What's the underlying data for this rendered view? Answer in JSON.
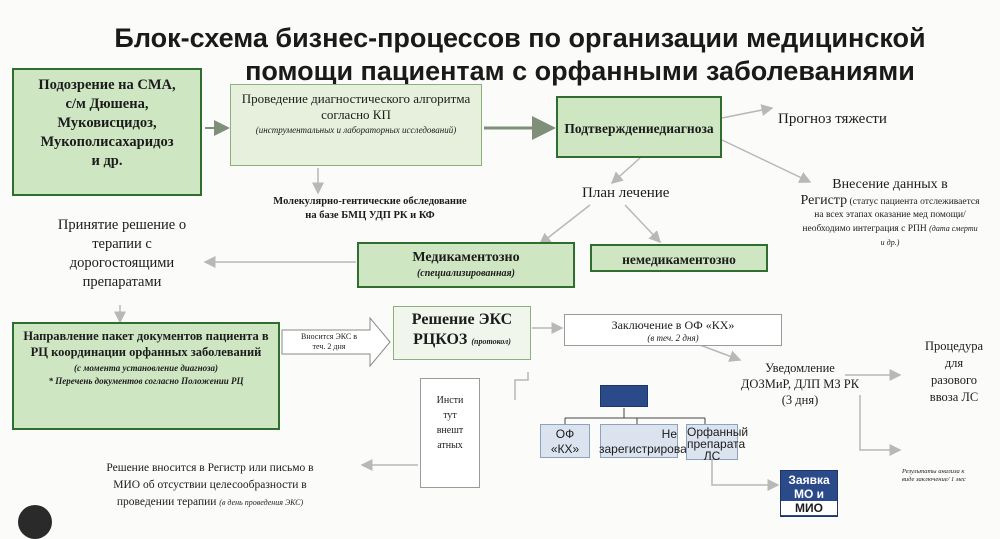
{
  "title": {
    "line1": "Блок-схема бизнес-процессов по организации медицинской",
    "line2": "помощи пациентам с орфанными заболеваниями"
  },
  "suspicion_box": {
    "lines": [
      "Подозрение на СМА,",
      "с/м Дюшена,",
      "Муковисцидоз,",
      "Мукополисахаридоз",
      "и др."
    ]
  },
  "diagnostic_box": {
    "main": "Проведение диагностического алгоритма согласно КП",
    "note": "(инструментальных и лабораторных исследований)"
  },
  "molecular_text": {
    "line1": "Молекулярно-гентические обследование",
    "line2": "на базе БМЦ УДП РК и КФ"
  },
  "confirmed_box": {
    "label": "Подтверждениедиагноза"
  },
  "prognosis_text": {
    "label": "Прогноз тяжести"
  },
  "treatment_plan_text": {
    "label": "План лечение"
  },
  "registry_text": {
    "main_a": "Внесение данных в",
    "main_b": "Регистр",
    "note_a": "(статус пациента отслеживается на всех этапах оказание мед помощи/ необходимо интеграция с",
    "note_b": "РПН",
    "note_c": "(дата смерти и др.)"
  },
  "decision_text": {
    "lines": [
      "Принятие решение о",
      "терапии с",
      "дорогостоящими",
      "препаратами"
    ]
  },
  "medication_box": {
    "main": "Медикаментозно",
    "note": "(специализированная)"
  },
  "nonmedication_box": {
    "label": "немедикаментозно"
  },
  "referral_box": {
    "main": "Направление пакет документов пациента в РЦ координации орфанных заболеваний",
    "note1": "(с момента установление диагноза)",
    "note2": "* Перечень документов согласно Положении РЦ"
  },
  "arrow_text": {
    "line1": "Вносится ЭКС в",
    "line2": "теч. 2 дня"
  },
  "eks_box": {
    "line1": "Решение ЭКС",
    "line2": "РЦКОЗ",
    "note": "(протокол)"
  },
  "conclusion_box": {
    "main": "Заключение в ОФ «КХ»",
    "note": "(в теч. 2 дня)"
  },
  "notice_text": {
    "line1": "Уведомление",
    "line2": "ДОЗМиР, ДЛП МЗ РК",
    "line3": "(3 дня)"
  },
  "procedure_text": {
    "lines": [
      "Процедура",
      "для",
      "разового",
      "ввоза ЛС"
    ]
  },
  "institute_box": {
    "lines": [
      "Инсти",
      "тут",
      "внешт",
      "атных"
    ]
  },
  "of_kh_box": {
    "line1": "ОФ",
    "line2": "«КХ»"
  },
  "not_registered_box": {
    "line1": "Не",
    "line2": "зарегистрированные"
  },
  "orphan_box": {
    "line1": "Орфанный",
    "line2": "препарата",
    "line3": "ЛС"
  },
  "application_box": {
    "line1": "Заявка",
    "line2": "МО и",
    "line3": "МИО"
  },
  "registry_decision_text": {
    "line1": "Решение вносится в Регистр или письмо в",
    "line2": "МИО об отсуствии целесообразности в",
    "line3": "проведении терапии",
    "note": "(в день проведения ЭКС)"
  },
  "results_text": {
    "line1": "Результаты анализа к",
    "line2": "виде заключение/ 1 мес"
  },
  "colors": {
    "green_fill": "#cfe6c3",
    "green_border": "#2f6e2f",
    "blue": "#2b4a8a"
  }
}
